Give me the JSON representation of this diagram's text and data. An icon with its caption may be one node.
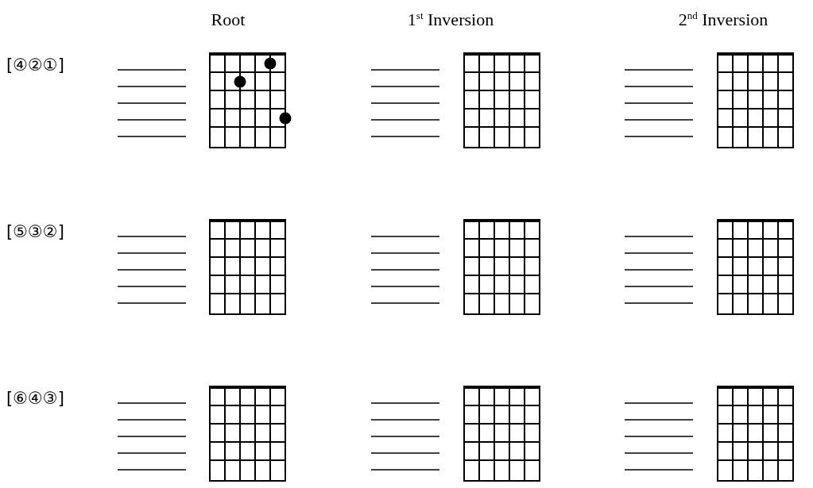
{
  "diagram": {
    "labels": [
      "Root",
      "1$^{st}$ Inversion",
      "2$^{nd}$ Inversion",
      "[④②①]",
      "[⑤③②]",
      "[⑥④③]"
    ]
  }
}
